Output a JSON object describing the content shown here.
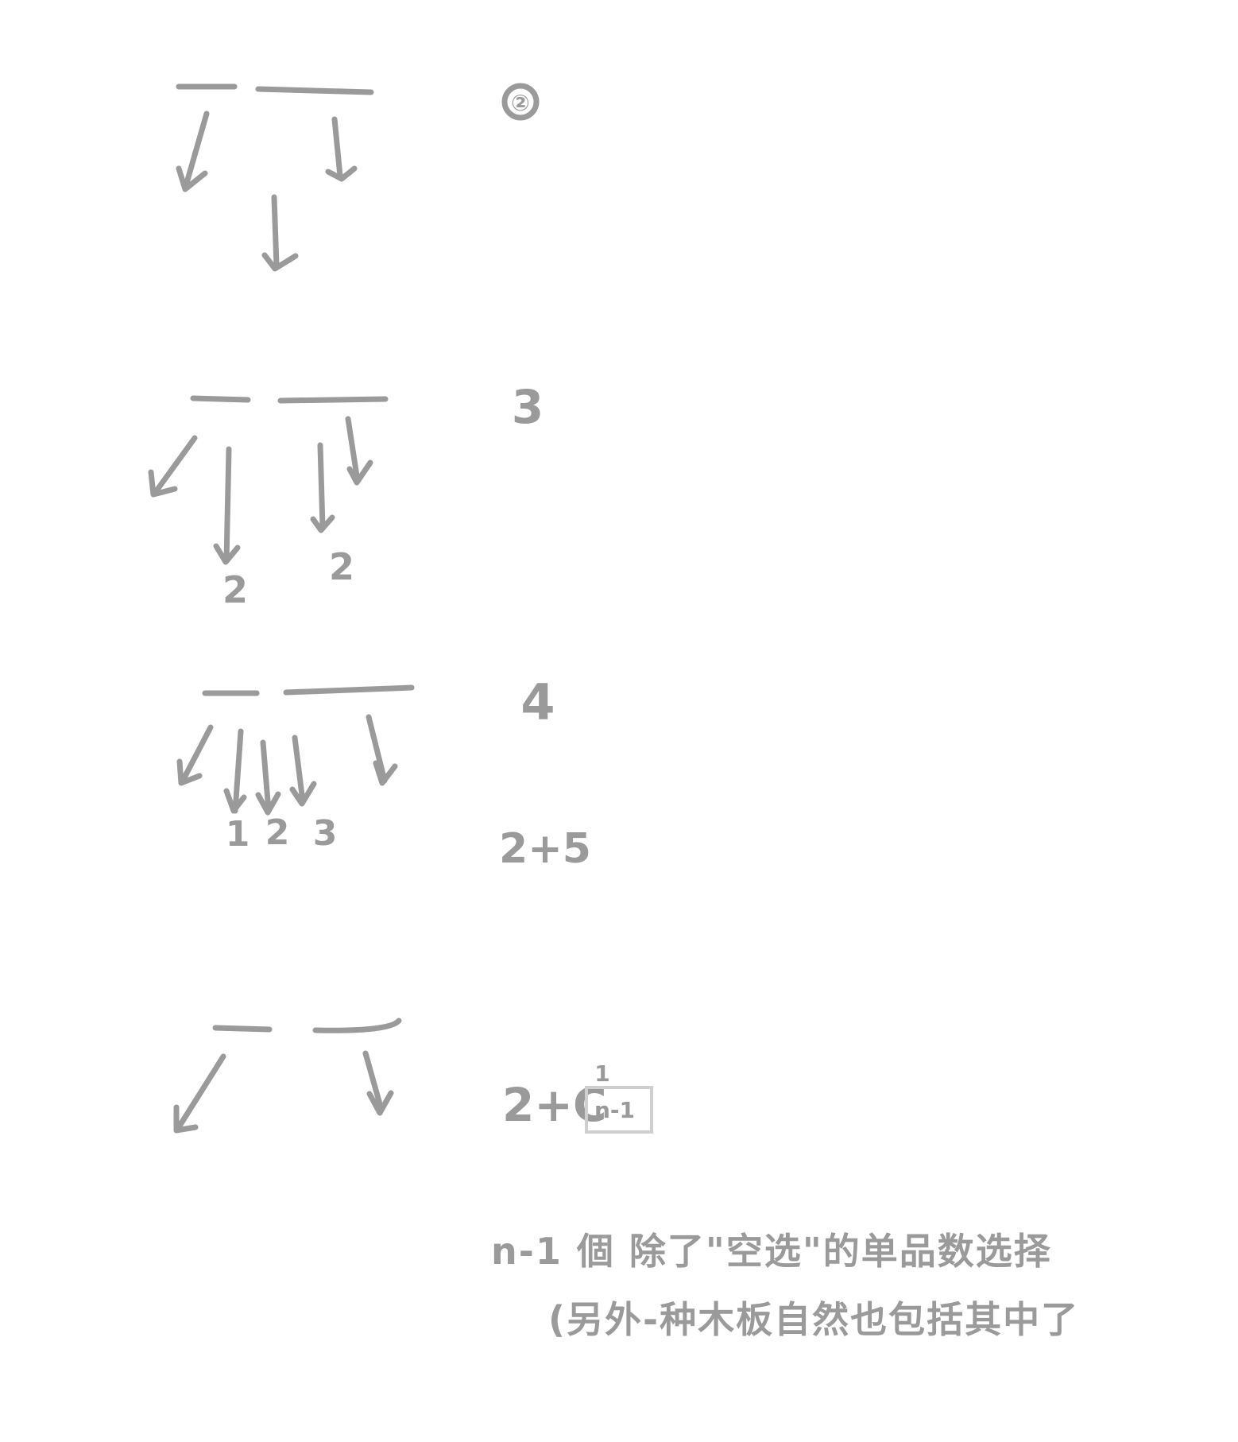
{
  "colors": {
    "ink": "#9a9a9a",
    "box": "#cfcfcf",
    "background": "#ffffff"
  },
  "cases": [
    {
      "label": "②",
      "counts": []
    },
    {
      "label": "3",
      "counts": [
        "2",
        "2"
      ]
    },
    {
      "label": "4",
      "counts": [
        "1",
        "2",
        "3"
      ],
      "formula": "2+5"
    },
    {
      "formula": "2+C",
      "superscript": "1",
      "subscript": "n-1"
    }
  ],
  "note": {
    "line1": "n-1 個 除了\"空选\"的单品数选择",
    "line2": "(另外-种木板自然也包括其中了"
  }
}
